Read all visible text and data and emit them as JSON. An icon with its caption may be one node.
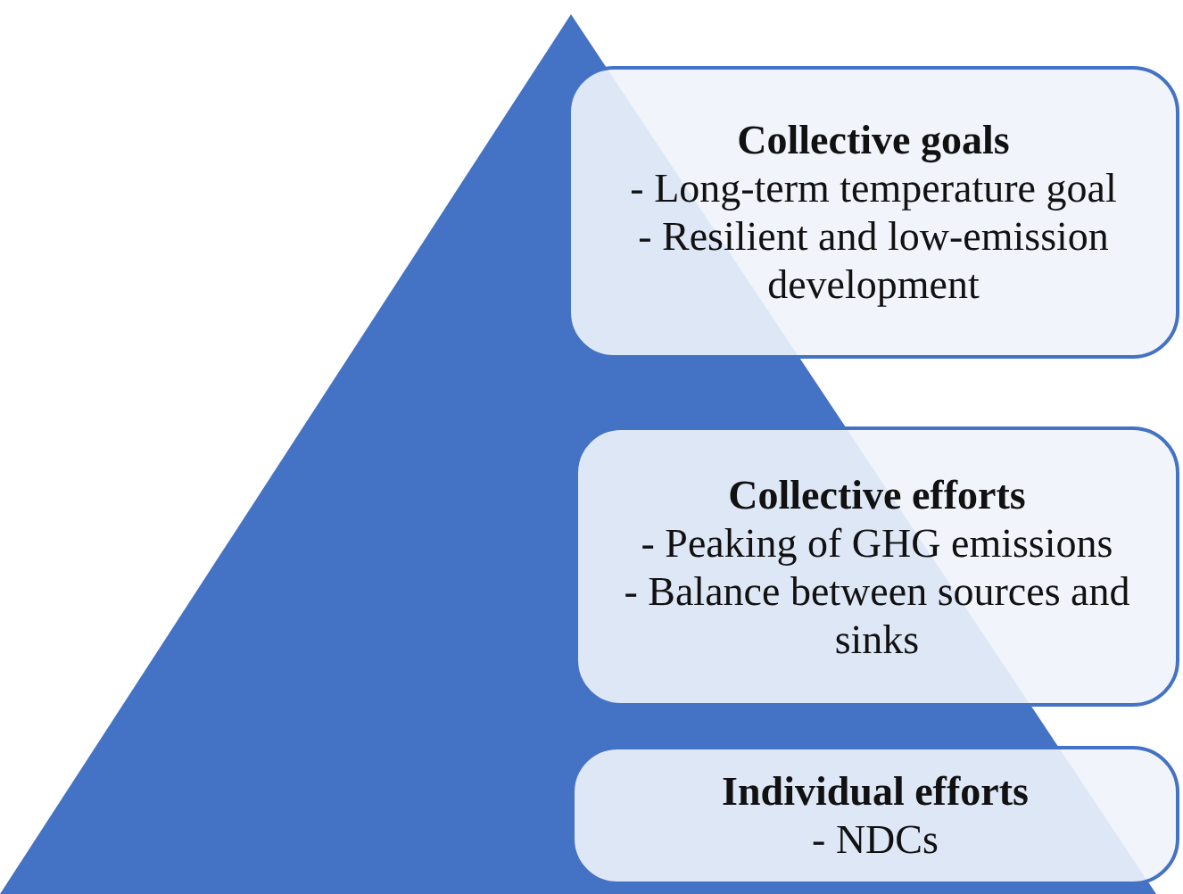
{
  "diagram": {
    "nodes": [
      {
        "text": [
          "Collective goals",
          "- Long-term temperature goal",
          "- Resilient and low-emission development"
        ]
      },
      {
        "text": [
          "Collective efforts",
          "- Peaking of GHG emissions",
          "- Balance between sources and sinks"
        ]
      },
      {
        "text": [
          "Individual efforts",
          "- NDCs"
        ]
      }
    ]
  }
}
